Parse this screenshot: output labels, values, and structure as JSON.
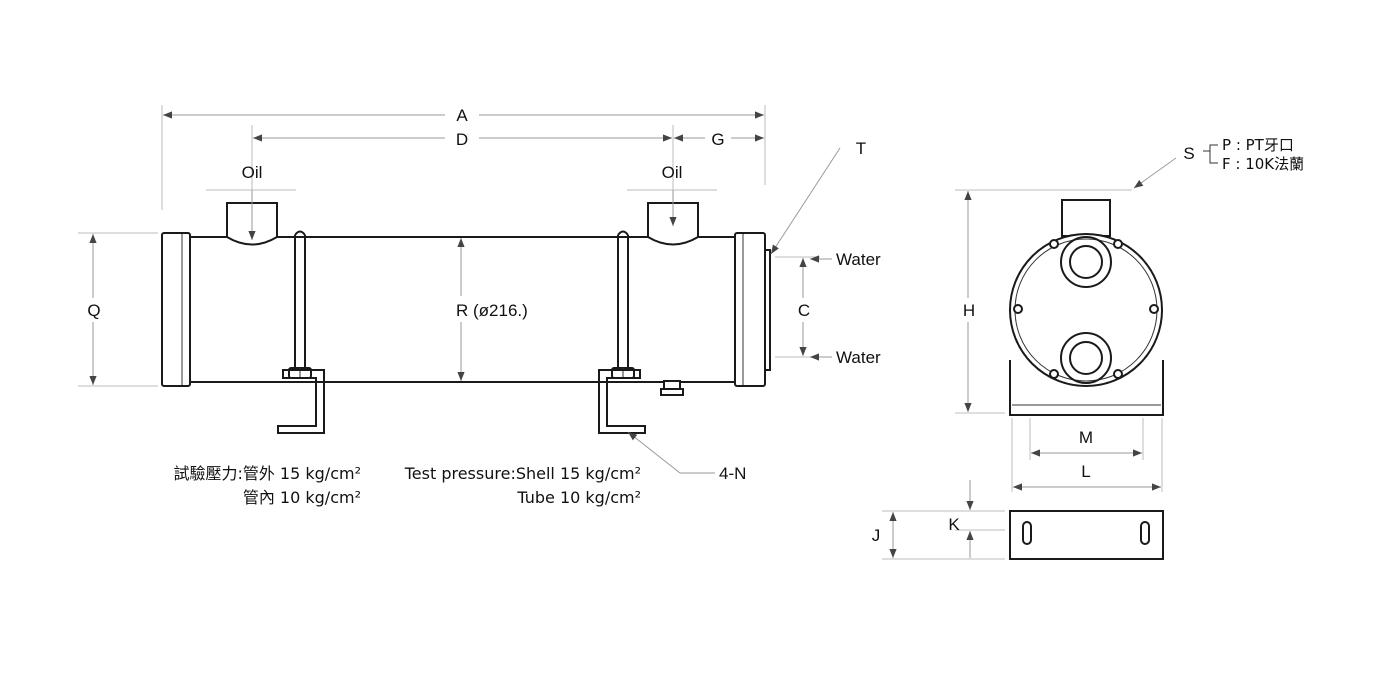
{
  "labels": {
    "dim_a": "A",
    "dim_d": "D",
    "dim_g": "G",
    "dim_t": "T",
    "oil_left": "Oil",
    "oil_right": "Oil",
    "dim_q": "Q",
    "dim_r": "R (ø216.)",
    "water_top": "Water",
    "water_bottom": "Water",
    "dim_c": "C",
    "dim_n": "4-N",
    "dim_s": "S",
    "port_p": "P : PT牙口",
    "port_f": "F : 10K法蘭",
    "dim_h": "H",
    "dim_m": "M",
    "dim_l": "L",
    "dim_j": "J",
    "dim_k": "K"
  },
  "notes": {
    "cn_line1": "試驗壓力:管外 15 kg/cm²",
    "cn_line2": "管內 10 kg/cm²",
    "en_line1": "Test pressure:Shell 15 kg/cm²",
    "en_line2": "Tube 10 kg/cm²"
  }
}
